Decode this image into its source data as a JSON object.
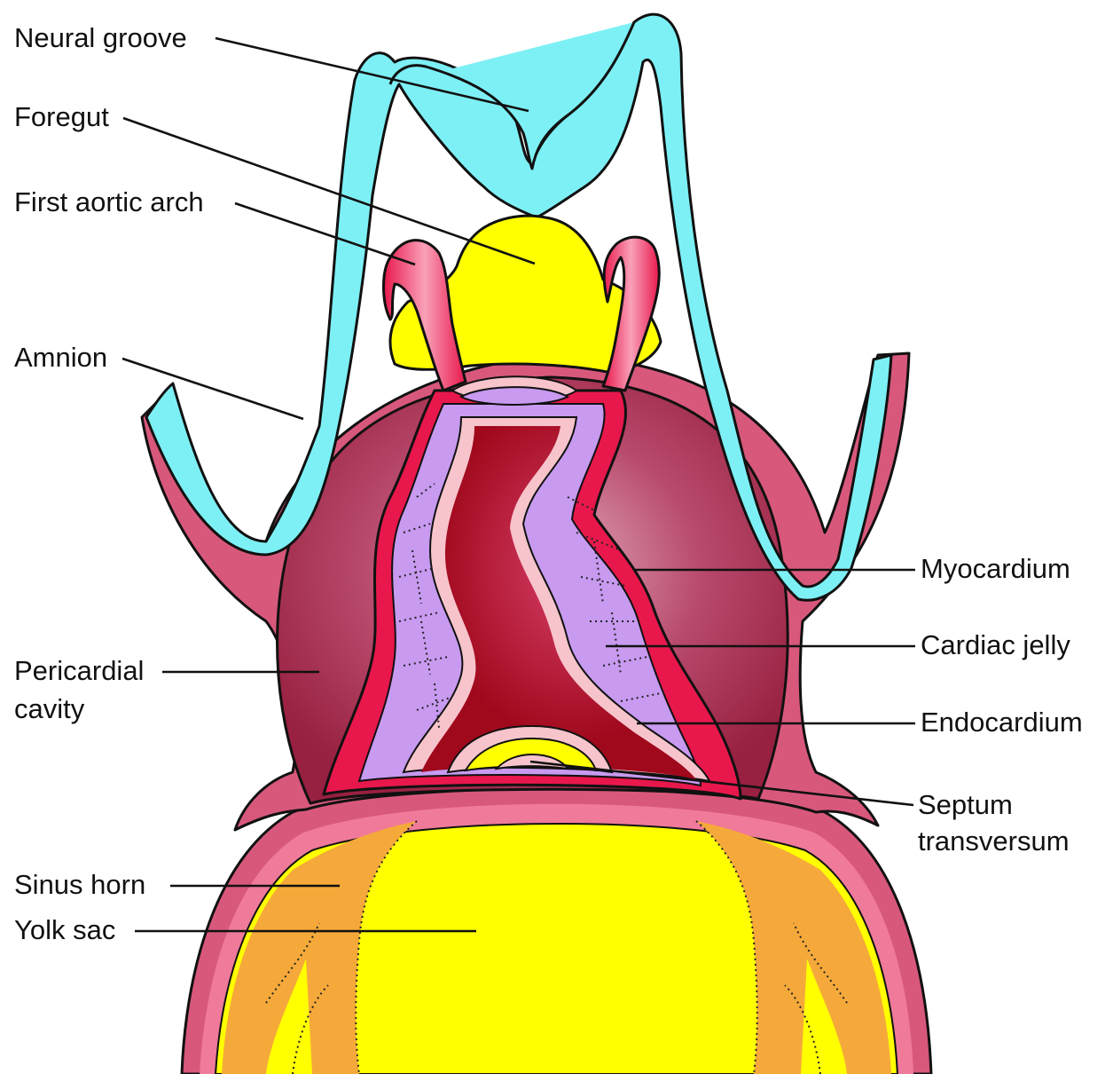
{
  "colors": {
    "amnion": "#7DF0F5",
    "endoderm_yolk": "#FFFF00",
    "aortic_arch": "#F0285A",
    "myocardium": "#E8184C",
    "cardiac_jelly": "#C89AF0",
    "endocardium": "#F7C4CC",
    "heart_lumen": "#A0081C",
    "pericardial_cavity": "#A8244C",
    "body_wall": "#D8587C",
    "sinus_horn": "#F5A93A"
  },
  "labels": {
    "neural_groove": "Neural groove",
    "foregut": "Foregut",
    "first_aortic_arch": "First aortic arch",
    "amnion": "Amnion",
    "pericardial_cavity_line1": "Pericardial",
    "pericardial_cavity_line2": "cavity",
    "sinus_horn": "Sinus horn",
    "yolk_sac": "Yolk sac",
    "myocardium": "Myocardium",
    "cardiac_jelly": "Cardiac jelly",
    "endocardium": "Endocardium",
    "septum_transversum_line1": "Septum",
    "septum_transversum_line2": "transversum"
  }
}
